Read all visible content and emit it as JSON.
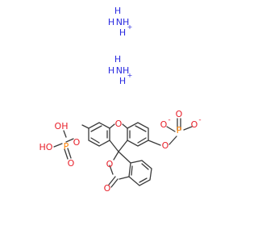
{
  "colors": {
    "bond": "#3a3a3a",
    "oxygen": "#e8202a",
    "phosphorus": "#ff8000",
    "nitrogen": "#2a2ae0",
    "hydrogen": "#3a3a3a"
  },
  "atoms": {
    "ammonium_1": {
      "element": "N",
      "label": "NH",
      "h_count": "4",
      "charge": "+",
      "h": "H"
    },
    "ammonium_2": {
      "element": "N",
      "label": "NH",
      "h_count": "4",
      "charge": "+",
      "h": "H"
    },
    "phosphate_left": {
      "p": "P",
      "oh_top": "OH",
      "ho_left": "HO",
      "o_double": "O",
      "o_ester": "O"
    },
    "phosphate_right": {
      "p": "P",
      "o_minus_left": "O",
      "o_minus_right": "O",
      "minus": "-",
      "o_double": "O",
      "o_ester": "O"
    },
    "xanthene_o": "O",
    "lactone_o_ring": "O",
    "lactone_o_carbonyl": "O"
  }
}
